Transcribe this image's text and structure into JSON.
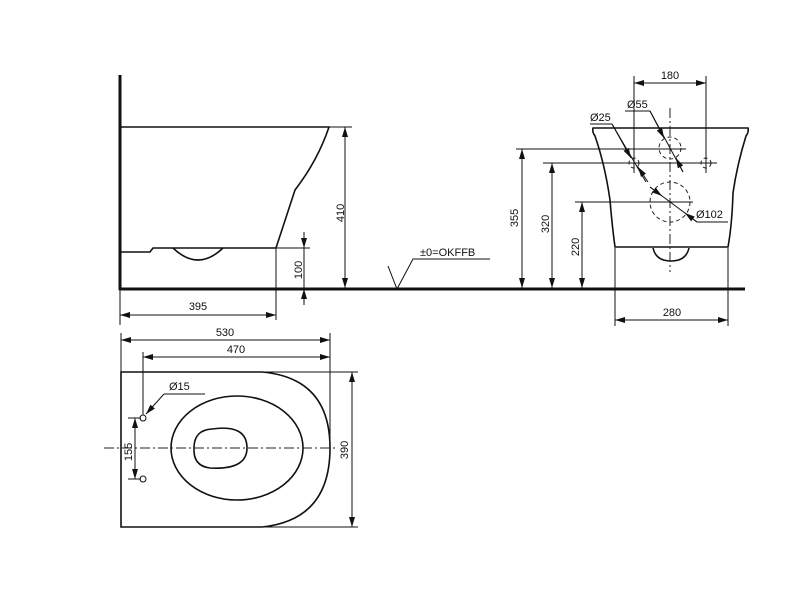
{
  "side_view": {
    "height": "410",
    "pipe_height": "100",
    "depth": "395",
    "floor_label": "±0=OKFFB"
  },
  "front_view": {
    "inlet_spacing": "180",
    "inlet_diameter": "Ø25",
    "water_inlet_diameter": "Ø55",
    "outlet_diameter": "Ø102",
    "height_355": "355",
    "height_320": "320",
    "height_220": "220",
    "width": "280"
  },
  "plan_view": {
    "length": "530",
    "bolt_to_front": "470",
    "bolt_diameter": "Ø15",
    "bolt_spacing": "155",
    "width": "390"
  }
}
